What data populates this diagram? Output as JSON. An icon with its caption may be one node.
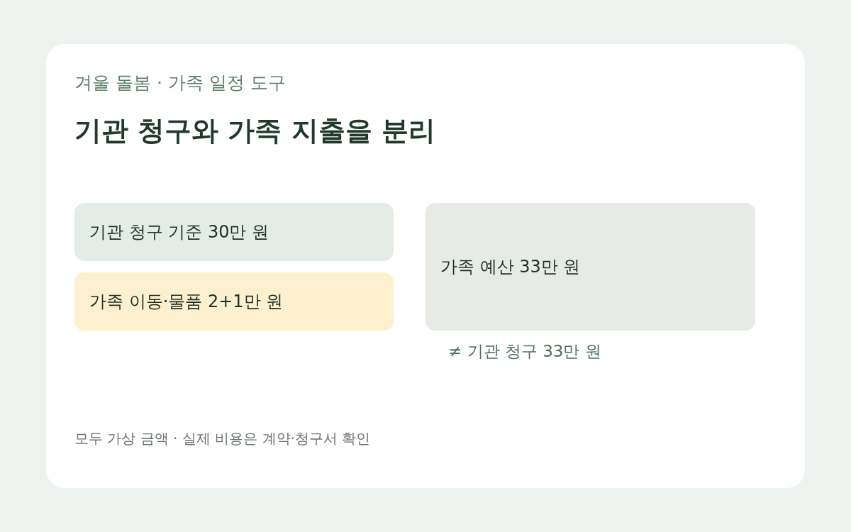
{
  "diagram": {
    "title": "기관 청구와 가족 지출을 분리",
    "nodes": [
      {
        "text": [
          "기관 청구 기준 30만 원"
        ]
      },
      {
        "text": [
          "가족 이동·물품 2+1만 원"
        ]
      },
      {
        "text": [
          "가족 예산 33만 원"
        ],
        "beside": [
          "≠ 기관 청구 33만 원"
        ]
      }
    ],
    "edges": [],
    "labels": [
      "겨울 돌봄 · 가족 일정 도구"
    ],
    "caption": "모두 가상 금액 · 실제 비용은 계약·청구서 확인"
  }
}
